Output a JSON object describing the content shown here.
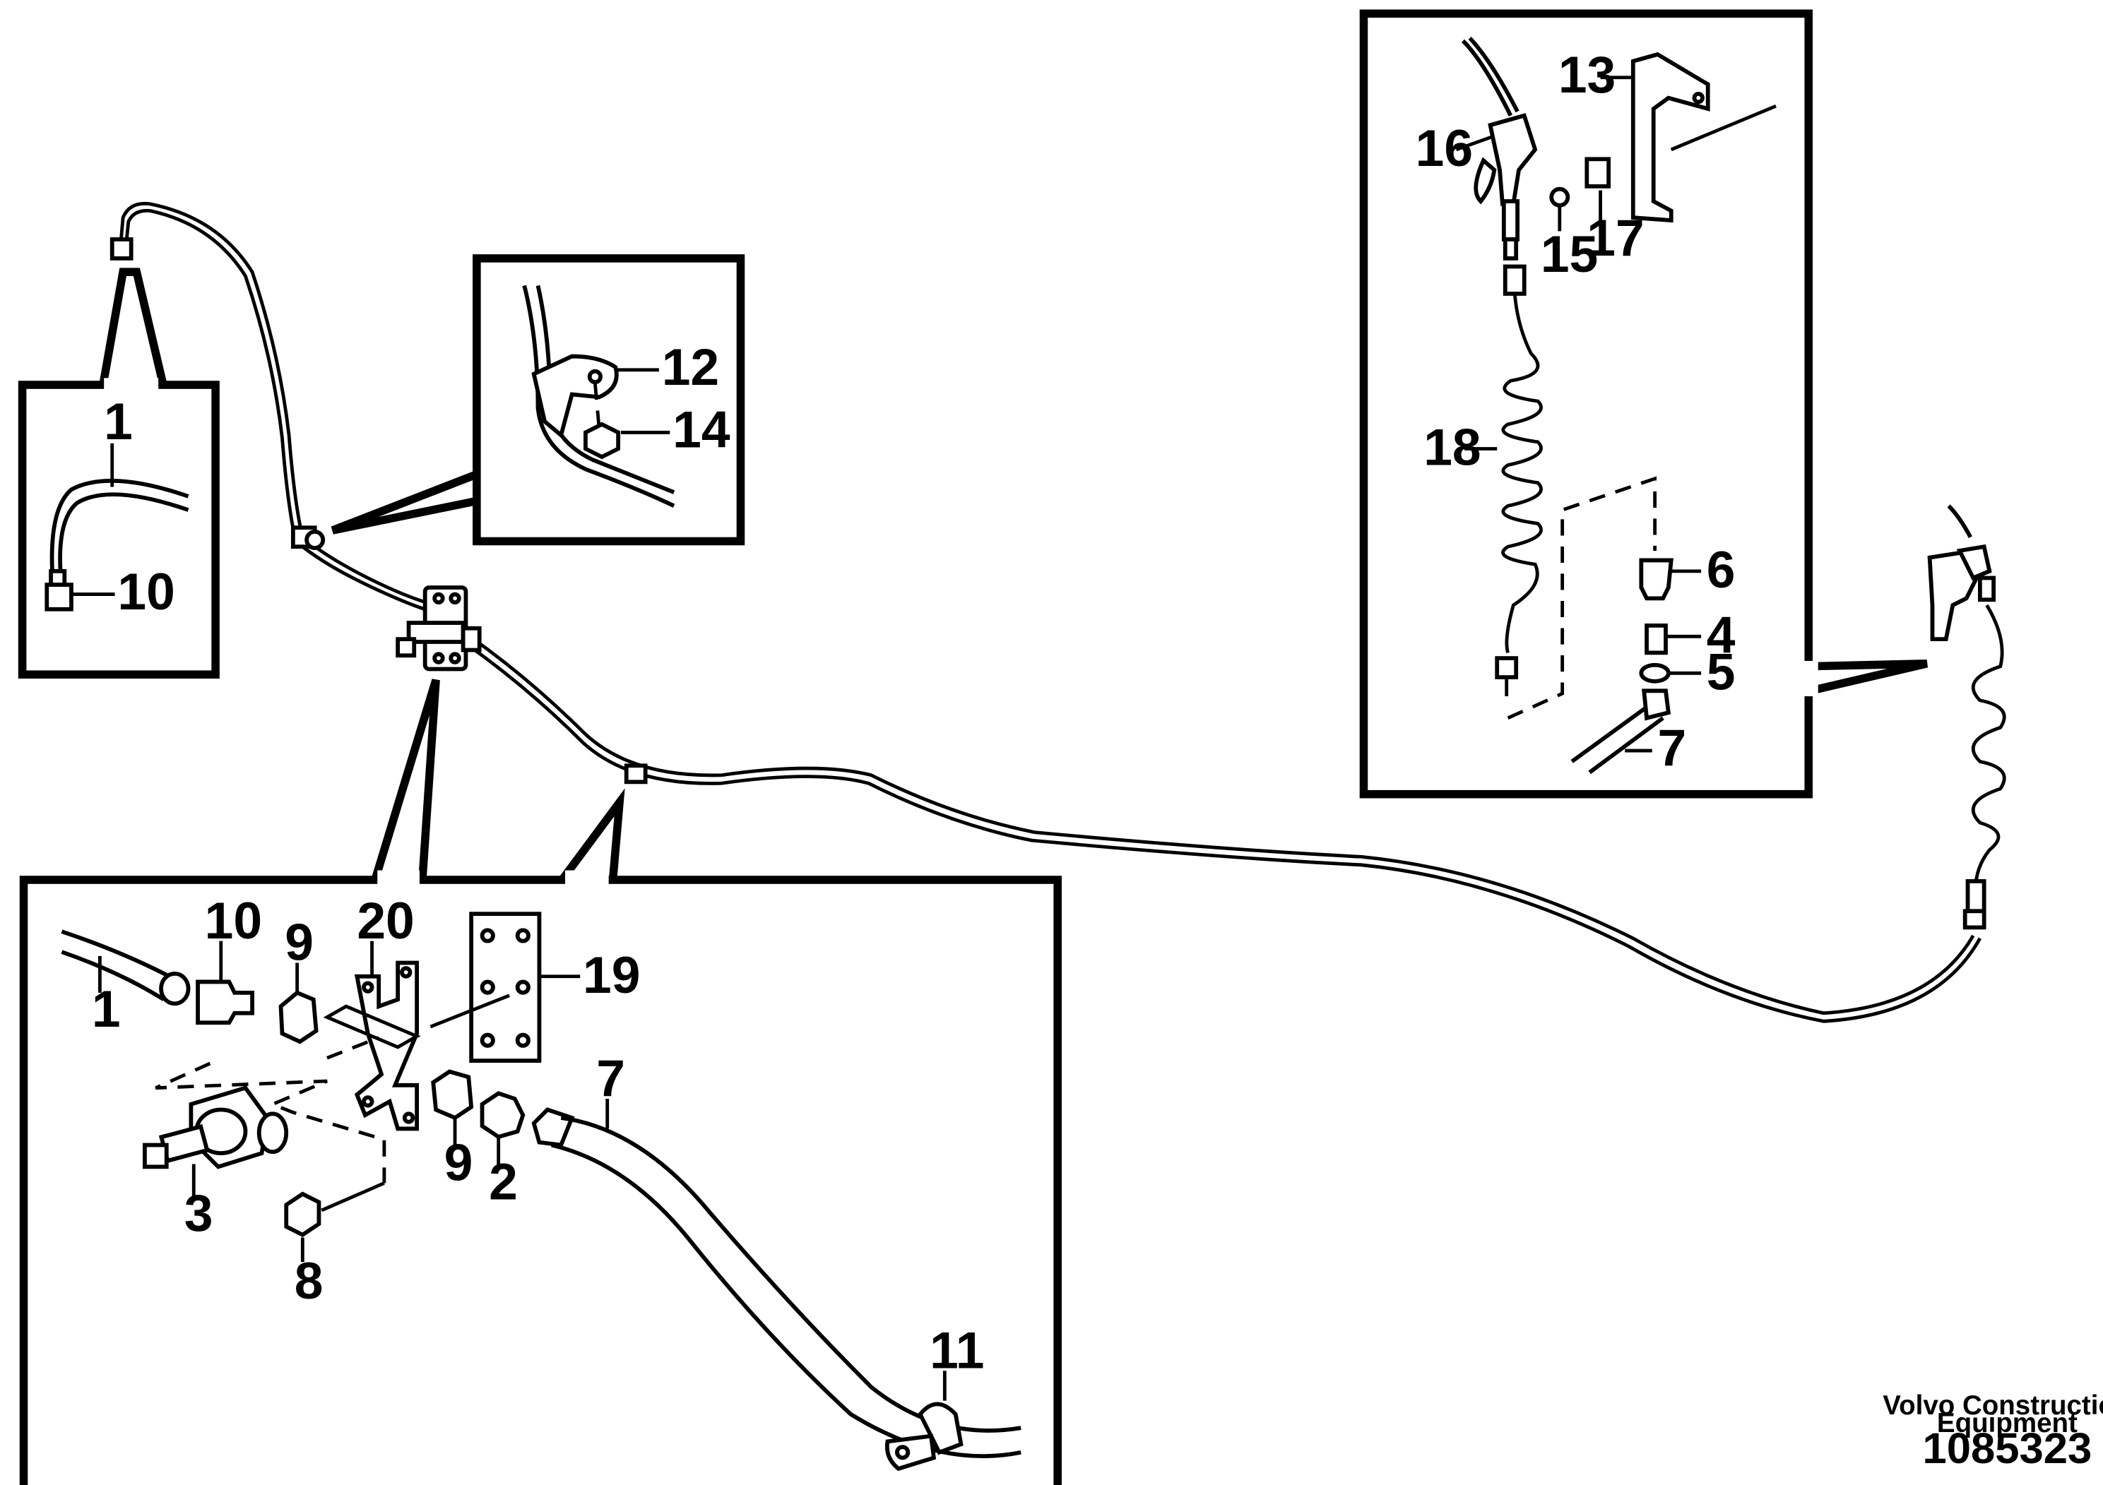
{
  "figure": {
    "publisher": "Volvo Construction Equipment",
    "publisher_line1": "Volvo Construction",
    "publisher_line2": "Equipment",
    "drawing_number": "1085323"
  },
  "callouts": {
    "left_inset": {
      "hose": "1",
      "nipple": "10"
    },
    "bracket_inset": {
      "clip": "12",
      "screw": "14"
    },
    "coupling_inset": {
      "hose_1": "1",
      "nipple_10": "10",
      "nut_9a": "9",
      "bracket_20": "20",
      "plate_19": "19",
      "valve_3": "3",
      "screw_8": "8",
      "nut_9b": "9",
      "nipple_2": "2",
      "hose_7": "7",
      "clamp_11": "11"
    },
    "gun_inset": {
      "holder_13": "13",
      "gun_16": "16",
      "screw_15": "15",
      "clip_17": "17",
      "spiral_hose_18": "18",
      "coupling_6": "6",
      "nipple_4": "4",
      "washer_5": "5",
      "hose_7": "7"
    }
  },
  "icons": {
    "air_gun": "air-blow-gun-icon",
    "spiral_hose": "spiral-hose-icon",
    "holder": "gun-holder-icon",
    "valve": "shut-off-valve-icon"
  }
}
